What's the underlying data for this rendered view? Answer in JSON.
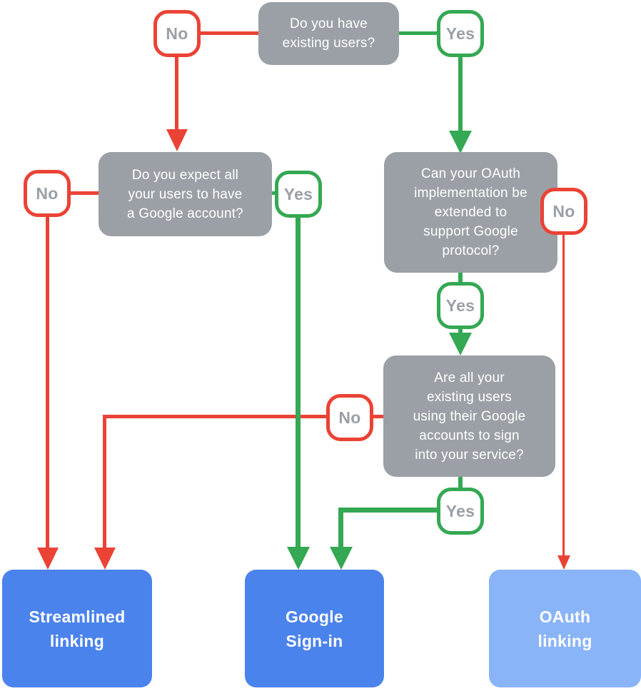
{
  "flowchart": {
    "labels": {
      "yes": "Yes",
      "no": "No"
    },
    "questions": [
      {
        "id": "existing-users",
        "text": "Do you have\nexisting users?"
      },
      {
        "id": "google-account-expectation",
        "text": "Do you expect all\nyour users to have\na Google account?"
      },
      {
        "id": "oauth-extensible",
        "text": "Can your OAuth\nimplementation be\nextended to\nsupport Google\nprotocol?"
      },
      {
        "id": "users-sign-in-with-google",
        "text": "Are all your\nexisting users\nusing their Google\naccounts to sign\ninto your service?"
      }
    ],
    "outcomes": [
      {
        "id": "streamlined-linking",
        "label": "Streamlined\nlinking"
      },
      {
        "id": "google-sign-in",
        "label": "Google\nSign-in"
      },
      {
        "id": "oauth-linking",
        "label": "OAuth\nlinking"
      }
    ],
    "colors": {
      "question_fill": "#9aa0a6",
      "question_text": "#ffffff",
      "yes_green": "#34a853",
      "no_red": "#ea4335",
      "badge_text": "#9aa0a6",
      "outcome_blue": "#4b83ec",
      "outcome_light_blue": "#8ab4f8",
      "outcome_text": "#ffffff"
    }
  }
}
